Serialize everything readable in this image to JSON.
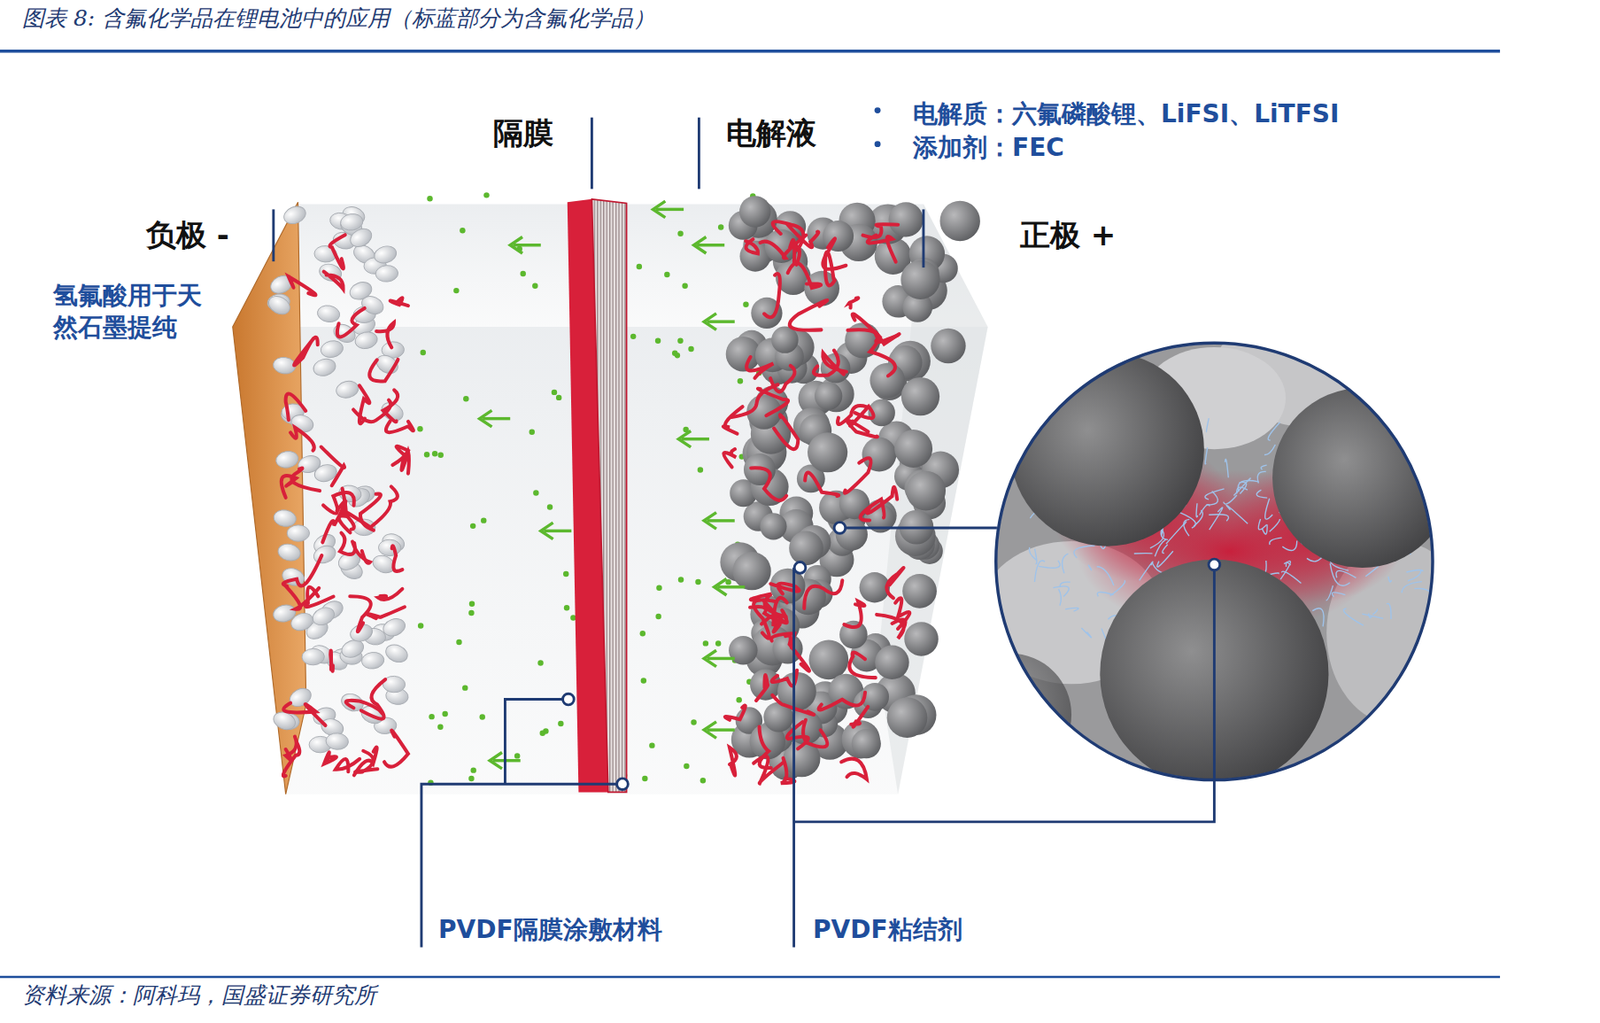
{
  "diagram": {
    "title": "图表 8: 含氟化学品在锂电池中的应用（标蓝部分为含氟化学品）",
    "caption": "资料来源：阿科玛，国盛证券研究所",
    "labels": [
      "隔膜",
      "电解液",
      "电解质：六氟磷酸锂、LiFSI、LiTFSI",
      "添加剂：FEC",
      "负极 -",
      "正极 +",
      "氢氟酸用于天然石墨提纯",
      "PVDF隔膜涂敷材料",
      "PVDF粘结剂"
    ]
  }
}
